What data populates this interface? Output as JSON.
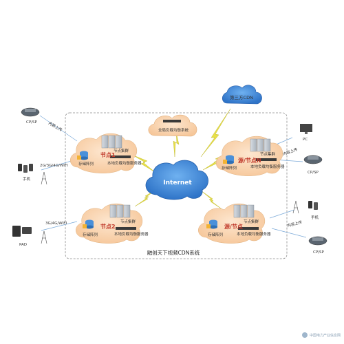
{
  "diagram": {
    "title": "融创天下视频CDN系统",
    "internet": "Internet",
    "third_party_cdn": "第三方CDN",
    "global_lb": "全局负载均衡系统",
    "nodes": [
      {
        "id": "node1",
        "label": "节点1",
        "cluster": "节点集群",
        "storage": "存储阵列",
        "server": "本地负载均衡服务器"
      },
      {
        "id": "noden",
        "label": "源/节点N",
        "cluster": "节点集群",
        "storage": "存储阵列",
        "server": "本地负载均衡服务器"
      },
      {
        "id": "node2",
        "label": "节点2",
        "cluster": "节点集群",
        "storage": "存储阵列",
        "server": "本地负载均衡服务器"
      },
      {
        "id": "nodesrc",
        "label": "源/节点",
        "cluster": "节点集群",
        "storage": "存储阵列",
        "server": "本地负载均衡服务器"
      }
    ],
    "clients": {
      "cpsp_tl": "CP/SP",
      "upload_tl": "内容上传",
      "phone_l": "手机",
      "wireless_l": "2G/3G/4G/WIFI",
      "pad": "PAD",
      "wireless_pad": "3G/4G/WIFI",
      "pc": "PC",
      "upload_r": "内容上传",
      "cpsp_r": "CP/SP",
      "phone_r": "手机",
      "upload_br": "内容上传",
      "cpsp_br": "CP/SP"
    },
    "watermark": "中国电力产业信息网"
  }
}
